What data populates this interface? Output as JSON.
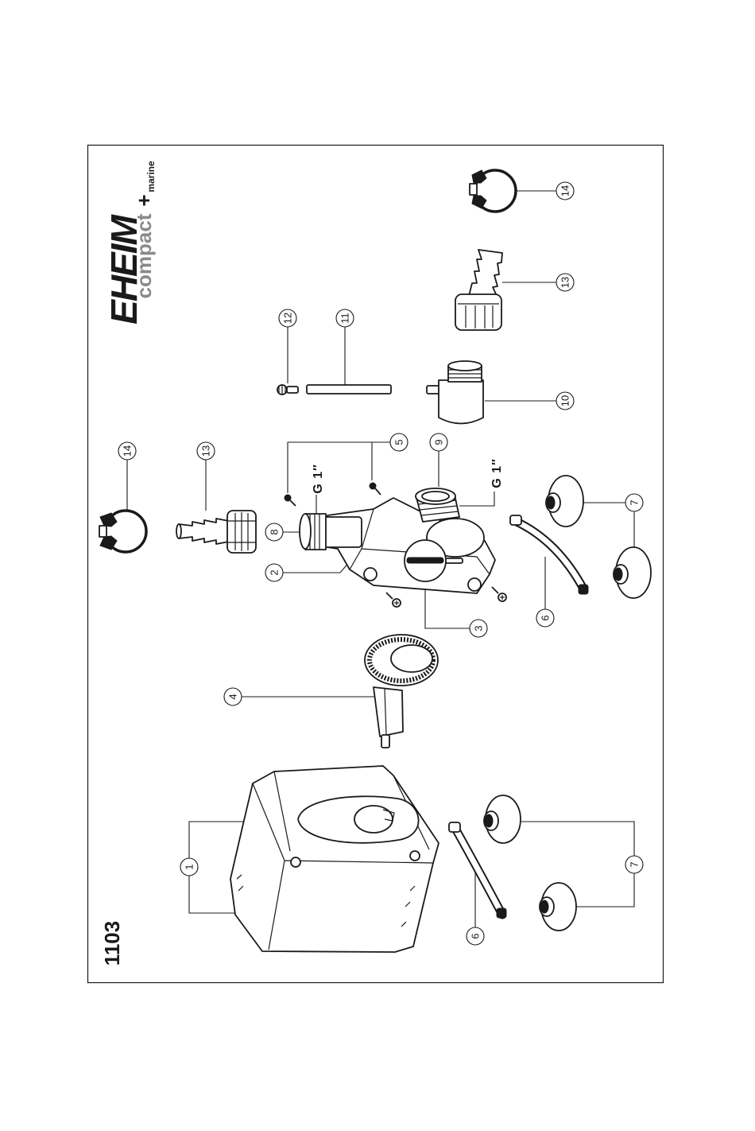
{
  "document": {
    "number": "1103"
  },
  "brand": {
    "logo_text": "EHEIM",
    "product": "compact",
    "plus": "+",
    "variant": "marine"
  },
  "thread_labels": [
    "G 1″",
    "G 1″"
  ],
  "callouts": [
    "14",
    "13",
    "12",
    "11",
    "5",
    "9",
    "8",
    "2",
    "3",
    "4",
    "6",
    "7",
    "10",
    "13",
    "14",
    "1",
    "7",
    "6"
  ],
  "colors": {
    "ink": "#1a1a1a",
    "logo_gray": "#8a8a8a",
    "background": "#ffffff"
  }
}
